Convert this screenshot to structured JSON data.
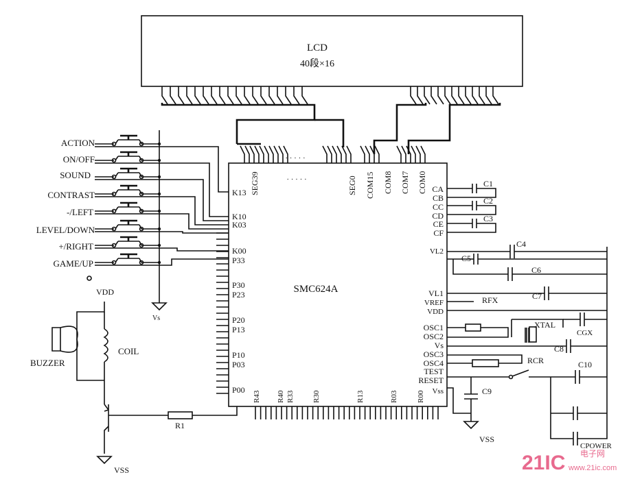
{
  "lcd": {
    "title": "LCD",
    "subtitle": "40段×16"
  },
  "chip": {
    "name": "SMC624A",
    "top_pins": [
      "SEG39",
      "SEG0",
      "COM15",
      "COM8",
      "COM7",
      "COM0"
    ],
    "dots_top": "· · · · ·",
    "dots_inner": "· · · · ·",
    "left_pins": [
      "K13",
      "K10",
      "K03",
      "K00",
      "P33",
      "P30",
      "P23",
      "P20",
      "P13",
      "P10",
      "P03",
      "P00"
    ],
    "right_pins": [
      "CA",
      "CB",
      "CC",
      "CD",
      "CE",
      "CF",
      "VL2",
      "VL1",
      "VREF",
      "VDD",
      "OSC1",
      "OSC2",
      "Vs",
      "OSC3",
      "OSC4",
      "TEST",
      "RESET",
      "Vss"
    ],
    "bottom_pins": [
      "R43",
      "R40",
      "R33",
      "R30",
      "R13",
      "R03",
      "R00"
    ]
  },
  "buttons": [
    "ACTION",
    "ON/OFF",
    "SOUND",
    "CONTRAST",
    "-/LEFT",
    "LEVEL/DOWN",
    "+/RIGHT",
    "GAME/UP"
  ],
  "components": {
    "c1": "C1",
    "c2": "C2",
    "c3": "C3",
    "c4": "C4",
    "c5": "C5",
    "c6": "C6",
    "c7": "C7",
    "c8": "C8",
    "c9": "C9",
    "c10": "C10",
    "cgx": "CGX",
    "cpower": "CPOWER",
    "rfx": "RFX",
    "rcr": "RCR",
    "xtal": "XTAL",
    "r1": "R1",
    "coil": "COIL",
    "buzzer": "BUZZER",
    "vdd": "VDD",
    "vss": "VSS",
    "vs": "Vs"
  },
  "watermark": {
    "brand": "21IC",
    "cn": "电子网",
    "url": "www.21ic.com"
  }
}
